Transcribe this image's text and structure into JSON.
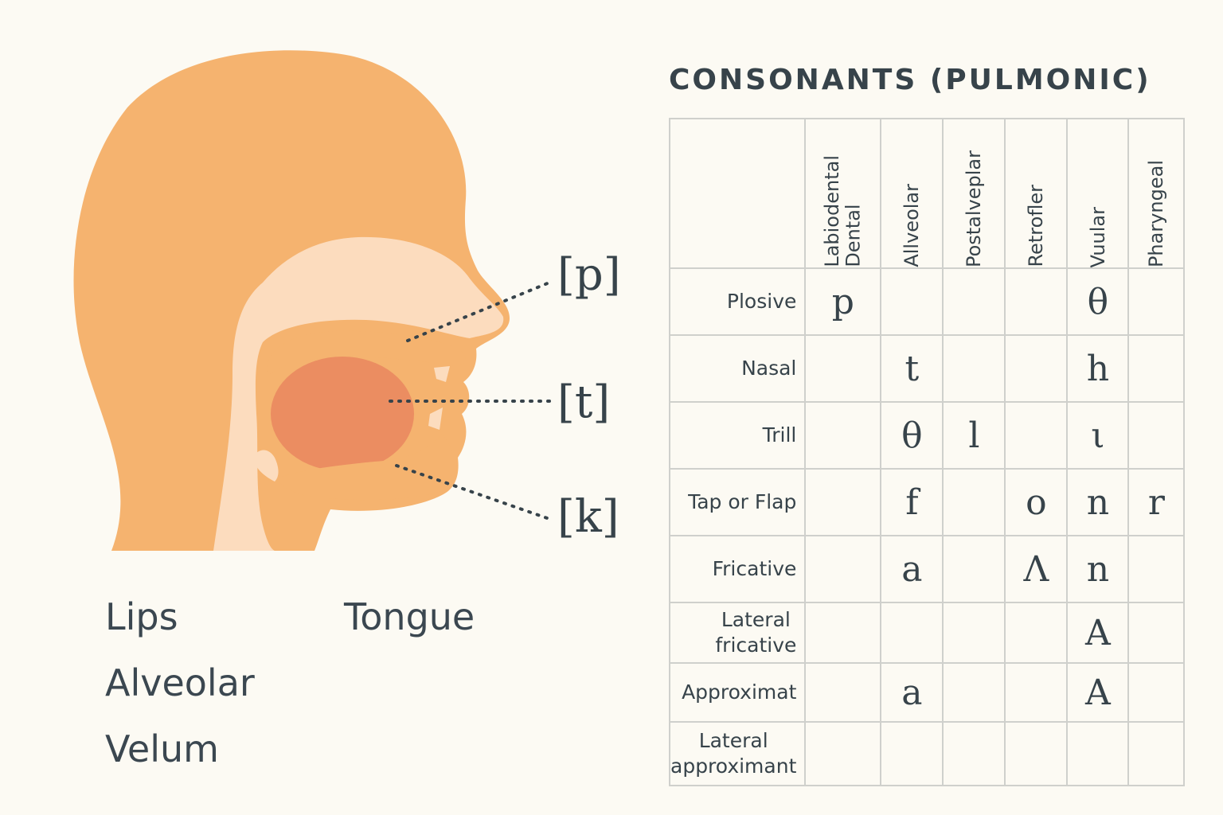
{
  "colors": {
    "background": "#fcfaf3",
    "skin": "#f5b36f",
    "inner": "#fcdcbe",
    "tongue": "#e98a60",
    "text": "#37434a",
    "grid": "#cfd0cc"
  },
  "diagram": {
    "markers": [
      "[p]",
      "[t]",
      "[k]"
    ],
    "labels": {
      "lips": "Lips",
      "tongue": "Tongue",
      "alveolar": "Alveolar",
      "velum": "Velum"
    }
  },
  "table": {
    "title": "CONSONANTS (PULMONIC)",
    "columns": [
      "Labiodental\nDental",
      "Allveolar",
      "Postalveplar",
      "Retrofler",
      "Vuular",
      "Pharyngeal"
    ],
    "rows": [
      {
        "label": "Plosive",
        "cells": [
          "p",
          "",
          "",
          "",
          "θ",
          ""
        ]
      },
      {
        "label": "Nasal",
        "cells": [
          "",
          "t",
          "",
          "",
          "h",
          ""
        ]
      },
      {
        "label": "Trill",
        "cells": [
          "",
          "θ",
          "l",
          "",
          "ι",
          ""
        ]
      },
      {
        "label": "Tap or Flap",
        "cells": [
          "",
          "f",
          "",
          "o",
          "n",
          "r"
        ]
      },
      {
        "label": "Fricative",
        "cells": [
          "",
          "a",
          "",
          "Λ",
          "n",
          ""
        ]
      },
      {
        "label": "Lateral\nfricative",
        "cells": [
          "",
          "",
          "",
          "",
          "A",
          ""
        ]
      },
      {
        "label": "Approximat",
        "cells": [
          "",
          "a",
          "",
          "",
          "A",
          ""
        ]
      },
      {
        "label": "Lateral\napproximant",
        "cells": [
          "",
          "",
          "",
          "",
          "",
          ""
        ]
      }
    ]
  }
}
